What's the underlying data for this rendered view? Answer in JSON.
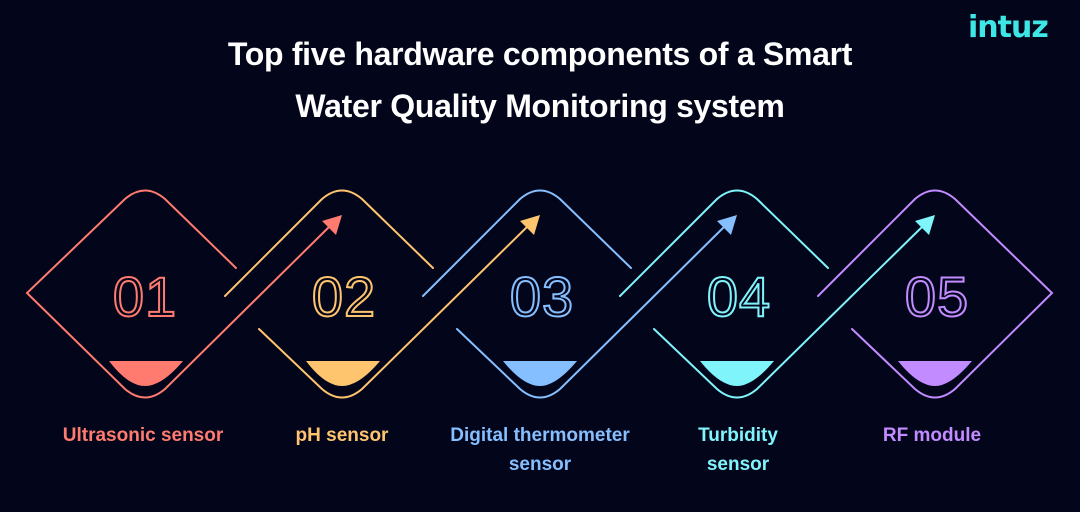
{
  "header": {
    "title_line1": "Top five hardware components of a Smart",
    "title_line2": "Water Quality Monitoring system",
    "logo": "intuz"
  },
  "colors": {
    "background": "#03051a",
    "title": "#ffffff",
    "logo": "#3ee6e6",
    "steps": [
      "#ff7b70",
      "#ffc46e",
      "#86bfff",
      "#80f4fb",
      "#c28bff"
    ]
  },
  "steps": [
    {
      "number": "01",
      "label_line1": "Ultrasonic sensor",
      "label_line2": "",
      "color": "#ff7b70"
    },
    {
      "number": "02",
      "label_line1": "pH sensor",
      "label_line2": "",
      "color": "#ffc46e"
    },
    {
      "number": "03",
      "label_line1": "Digital thermometer",
      "label_line2": "sensor",
      "color": "#86bfff"
    },
    {
      "number": "04",
      "label_line1": "Turbidity",
      "label_line2": "sensor",
      "color": "#80f4fb"
    },
    {
      "number": "05",
      "label_line1": "RF module",
      "label_line2": "",
      "color": "#c28bff"
    }
  ]
}
